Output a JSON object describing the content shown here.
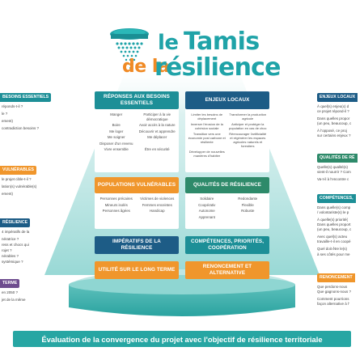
{
  "logo": {
    "le": "le",
    "tamis": "Tamis",
    "dela": "de la",
    "resilience": "résilience"
  },
  "colors": {
    "teal": "#1d8f97",
    "orange": "#f0962c",
    "blue": "#1d5c86",
    "purple": "#6e4c8e",
    "green": "#2e8a6a"
  },
  "center": {
    "besoins": {
      "title": "Réponses aux besoins essentiels",
      "items": [
        "Manger",
        "Participer à la vie démocratique",
        "Boire",
        "Avoir accès à la nature",
        "Me loger",
        "Découvrir et apprendre",
        "Me soigner",
        "Me déplacer",
        "Disposer d'un revenu",
        "",
        "Vivre ensemble",
        "Être en sécurité"
      ]
    },
    "enjeux": {
      "title": "Enjeux locaux",
      "items": [
        "Limiter les besoins de déplacement",
        "Transformer la production agricole",
        "Inverser l'érosion de la cohésion sociale",
        "Anticiper et protéger la population en cas de choc",
        "Transition vers une économie post carbone et résiliente",
        "Réencourager l'artificialité et régénérer les espaces agricoles naturels et forestiers",
        "Développer de nouvelles manières d'habiter",
        ""
      ]
    },
    "populations": {
      "title": "Populations vulnérables",
      "items": [
        "Personnes précaires",
        "Victimes de violences",
        "Mineurs isolés",
        "Femmes enceintes",
        "Personnes âgées",
        "Handicap"
      ]
    },
    "qualites": {
      "title": "Qualités de résilience",
      "items": [
        "Solidaire",
        "Redondante",
        "Coopérativ",
        "Flexible",
        "Autonome",
        "Robuste",
        "Apprenant",
        ""
      ]
    },
    "imperatifs": {
      "title": "Impératifs de la résilience"
    },
    "competences": {
      "title": "Compétences, priorités, coopération"
    },
    "utilite": {
      "title": "Utilité sur le long terme"
    },
    "renoncement": {
      "title": "Renoncement et alternative"
    }
  },
  "left": [
    {
      "title": "Besoins essentiels",
      "color": "#1d8f97",
      "lines": [
        "réponds-t-il ?",
        "",
        "le ?",
        "ement)",
        "contradiction besoins ?"
      ]
    },
    {
      "title": "Vulnérables",
      "color": "#f0962c",
      "lines": [
        "le projet cible-t-il ?",
        "",
        "lation(s) vulnérable(s)",
        "ement)"
      ]
    },
    {
      "title": "Résilience",
      "color": "#1d5c86",
      "lines": [
        "4 impératifs de la",
        "",
        "nératrice ?",
        "ress et chocs qui",
        "rojet ?",
        "nérables ?",
        "systémique ?"
      ]
    },
    {
      "title": "Terme",
      "color": "#6e4c8e",
      "lines": [
        "en 2050 ?",
        "jet de la même"
      ]
    }
  ],
  "right": [
    {
      "title": "Enjeux locaux",
      "color": "#1d5c86",
      "lines": [
        "À quel(s) enjeu(x) d",
        "ce projet répond-il ?",
        "",
        "Dans quelles propor",
        "(un peu, beaucoup, c",
        "",
        "À l'opposé, ce proj",
        "sur certains enjeux ?"
      ]
    },
    {
      "title": "Qualités de ré",
      "color": "#2e8a6a",
      "lines": [
        "Quelle(s) qualité(s)",
        "vient-il nourrir ? Com",
        "",
        "Va-t-il à l'encontre c"
      ]
    },
    {
      "title": "Compétences,",
      "color": "#1d8f97",
      "lines": [
        "Dans quelle(s) comp",
        "/ volontariste(s) le p",
        "",
        "À quelle(s) priorité(",
        "Dans quelles proport",
        "(un peu, beaucoup, c",
        "",
        "Avec quel(s) acteu",
        "travaille-t-il en coopé",
        "",
        "Quel doit être le(s)",
        "à ses côtés pour me"
      ]
    },
    {
      "title": "Renoncement",
      "color": "#f0962c",
      "lines": [
        "Que perdons-nous",
        "Que gagnons-nous ?",
        "",
        "Comment pourrions",
        "façon alternative à l'"
      ]
    }
  ],
  "footer": "Évaluation de la convergence du projet avec l'objectif de résilience territoriale"
}
